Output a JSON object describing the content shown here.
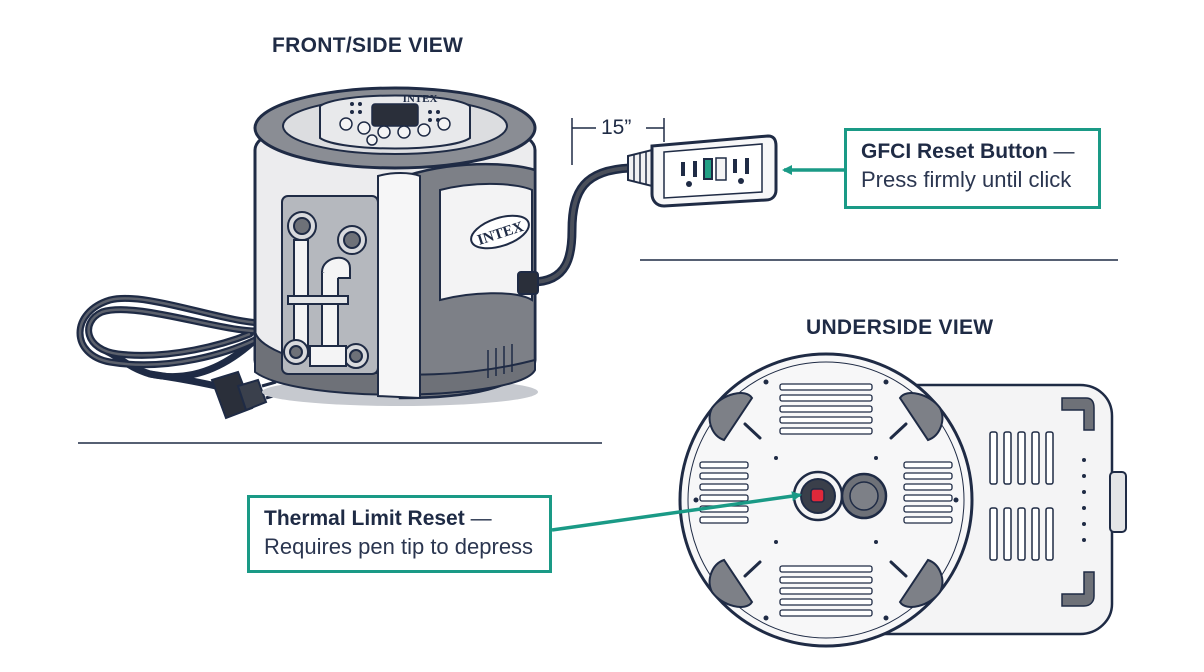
{
  "views": {
    "front_title": "FRONT/SIDE VIEW",
    "underside_title": "UNDERSIDE VIEW"
  },
  "dimension": {
    "cord_length": "15”"
  },
  "brand": {
    "logo_panel": "INTEX",
    "logo_side": "INTEX"
  },
  "callouts": {
    "gfci": {
      "title": "GFCI Reset Button",
      "dash": " —",
      "text": "Press firmly until click"
    },
    "thermal": {
      "title": "Thermal Limit Reset",
      "dash": " —",
      "text": "Requires pen tip to depress"
    }
  },
  "colors": {
    "accent": "#1a9a86",
    "ink": "#1f2b45",
    "body_gray": "#7d8087",
    "reset_red": "#e0283a"
  }
}
